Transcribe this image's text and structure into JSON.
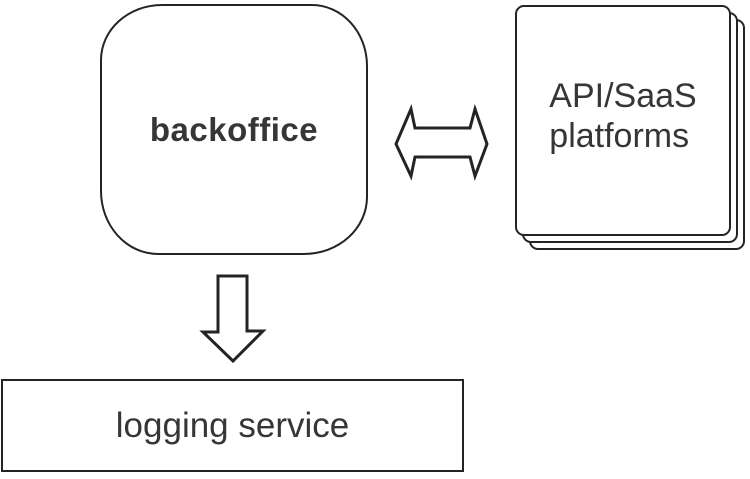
{
  "nodes": {
    "backoffice": {
      "label": "backoffice"
    },
    "platforms": {
      "label": "API/SaaS\nplatforms"
    },
    "logging": {
      "label": "logging service"
    }
  },
  "edges": [
    {
      "from": "backoffice",
      "to": "platforms",
      "type": "bidirectional"
    },
    {
      "from": "backoffice",
      "to": "logging",
      "type": "directed-down"
    }
  ],
  "colors": {
    "stroke": "#242424",
    "text": "#363636",
    "background": "#ffffff"
  }
}
